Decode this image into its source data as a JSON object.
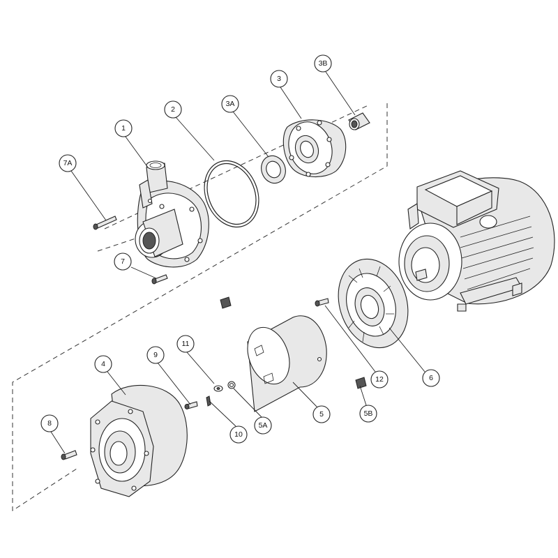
{
  "callouts": {
    "p1": "1",
    "p2": "2",
    "p3": "3",
    "p3a": "3A",
    "p3b": "3B",
    "p4": "4",
    "p5": "5",
    "p5a": "5A",
    "p5b": "5B",
    "p6": "6",
    "p7": "7",
    "p7a": "7A",
    "p8": "8",
    "p9": "9",
    "p10": "10",
    "p11": "11",
    "p12": "12"
  }
}
